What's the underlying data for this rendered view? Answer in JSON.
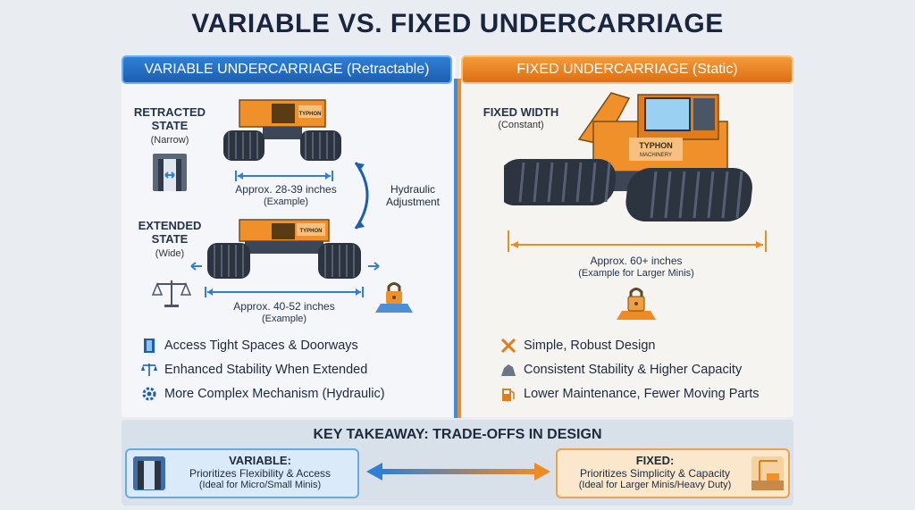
{
  "title": "VARIABLE VS. FIXED UNDERCARRIAGE",
  "variable": {
    "banner": "VARIABLE UNDERCARRIAGE (Retractable)",
    "retracted_label": "RETRACTED STATE",
    "retracted_sub": "(Narrow)",
    "retracted_width": "Approx. 28-39 inches",
    "retracted_example": "(Example)",
    "hydraulic_label": "Hydraulic Adjustment",
    "extended_label": "EXTENDED STATE",
    "extended_sub": "(Wide)",
    "extended_width": "Approx. 40-52 inches",
    "extended_example": "(Example)",
    "brand": "TYPHON",
    "features": [
      {
        "icon": "door-icon",
        "text": "Access Tight Spaces & Doorways"
      },
      {
        "icon": "scale-icon",
        "text": "Enhanced Stability When Extended"
      },
      {
        "icon": "gear-icon",
        "text": "More Complex Mechanism (Hydraulic)"
      }
    ]
  },
  "fixed": {
    "banner": "FIXED UNDERCARRIAGE (Static)",
    "width_label": "FIXED WIDTH",
    "width_sub": "(Constant)",
    "width_value": "Approx. 60+ inches",
    "width_example": "(Example for Larger Minis)",
    "brand": "TYPHON",
    "brand_sub": "MACHINERY",
    "features": [
      {
        "icon": "tools-icon",
        "text": "Simple, Robust Design"
      },
      {
        "icon": "rock-icon",
        "text": "Consistent Stability & Higher Capacity"
      },
      {
        "icon": "fuel-icon",
        "text": "Lower Maintenance, Fewer Moving Parts"
      }
    ]
  },
  "takeaway": {
    "title": "KEY TAKEAWAY: TRADE-OFFS IN DESIGN",
    "variable_head": "VARIABLE:",
    "variable_line1": "Prioritizes Flexibility & Access",
    "variable_line2": "(Ideal for Micro/Small Minis)",
    "fixed_head": "FIXED:",
    "fixed_line1": "Prioritizes Simplicity & Capacity",
    "fixed_line2": "(Ideal for Larger Minis/Heavy Duty)"
  },
  "colors": {
    "variable_accent": "#2f7fd6",
    "fixed_accent": "#f08a24",
    "machine_orange": "#f0902a",
    "track_dark": "#2c3440"
  }
}
